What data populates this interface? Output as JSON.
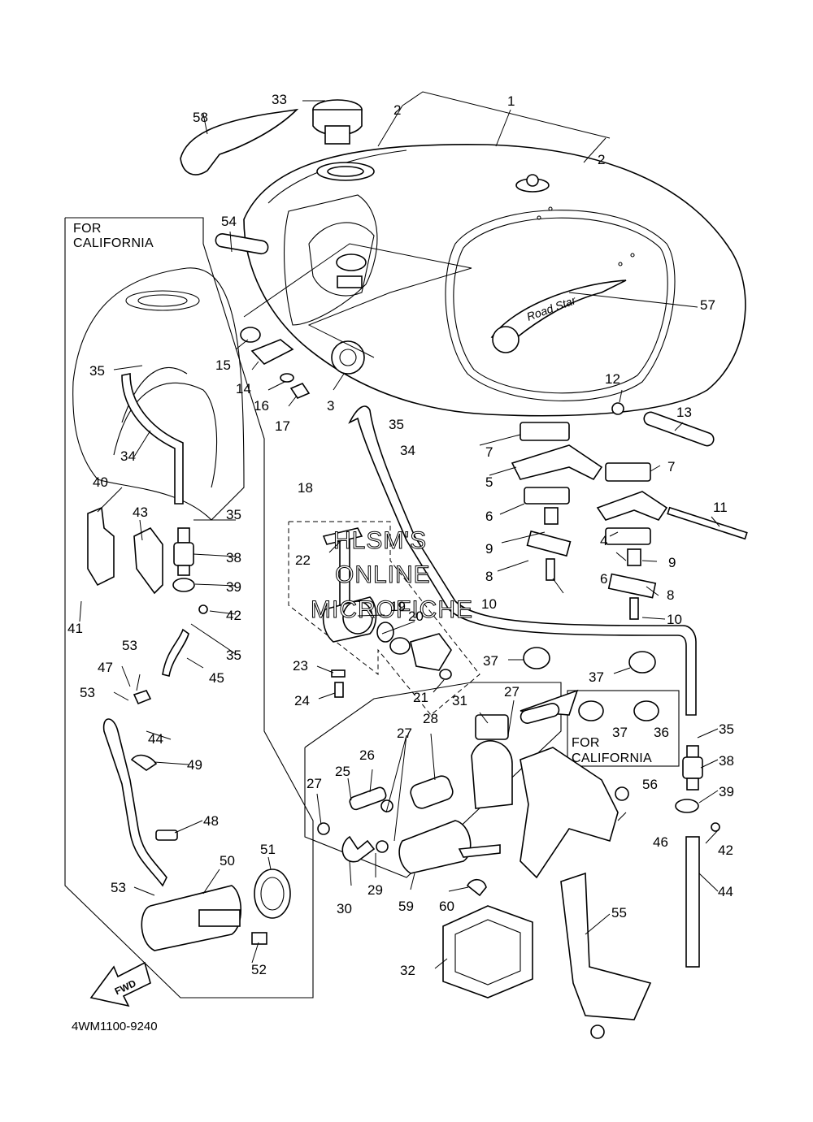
{
  "diagram": {
    "doc_code": "4WM1100-9240",
    "fwd_label": "FWD",
    "watermark": [
      "HLSM'S",
      "ONLINE",
      "MICROFICHE"
    ],
    "boxes": [
      {
        "id": "california-left",
        "label_lines": [
          "FOR",
          "CALIFORNIA"
        ]
      },
      {
        "id": "california-right",
        "label_lines": [
          "FOR",
          "CALIFORNIA"
        ]
      }
    ],
    "tank_emblem": "Road Star",
    "callouts": [
      "1",
      "2",
      "2",
      "3",
      "4",
      "5",
      "6",
      "6",
      "7",
      "7",
      "8",
      "8",
      "9",
      "9",
      "10",
      "10",
      "11",
      "12",
      "13",
      "14",
      "15",
      "16",
      "17",
      "18",
      "19",
      "20",
      "21",
      "22",
      "23",
      "24",
      "25",
      "26",
      "27",
      "27",
      "27",
      "28",
      "29",
      "30",
      "31",
      "32",
      "33",
      "34",
      "34",
      "35",
      "35",
      "35",
      "35",
      "35",
      "36",
      "37",
      "37",
      "37",
      "38",
      "38",
      "39",
      "39",
      "40",
      "41",
      "42",
      "42",
      "43",
      "44",
      "44",
      "45",
      "46",
      "47",
      "48",
      "49",
      "50",
      "51",
      "52",
      "53",
      "53",
      "53",
      "54",
      "55",
      "56",
      "57",
      "58",
      "59",
      "60"
    ]
  }
}
